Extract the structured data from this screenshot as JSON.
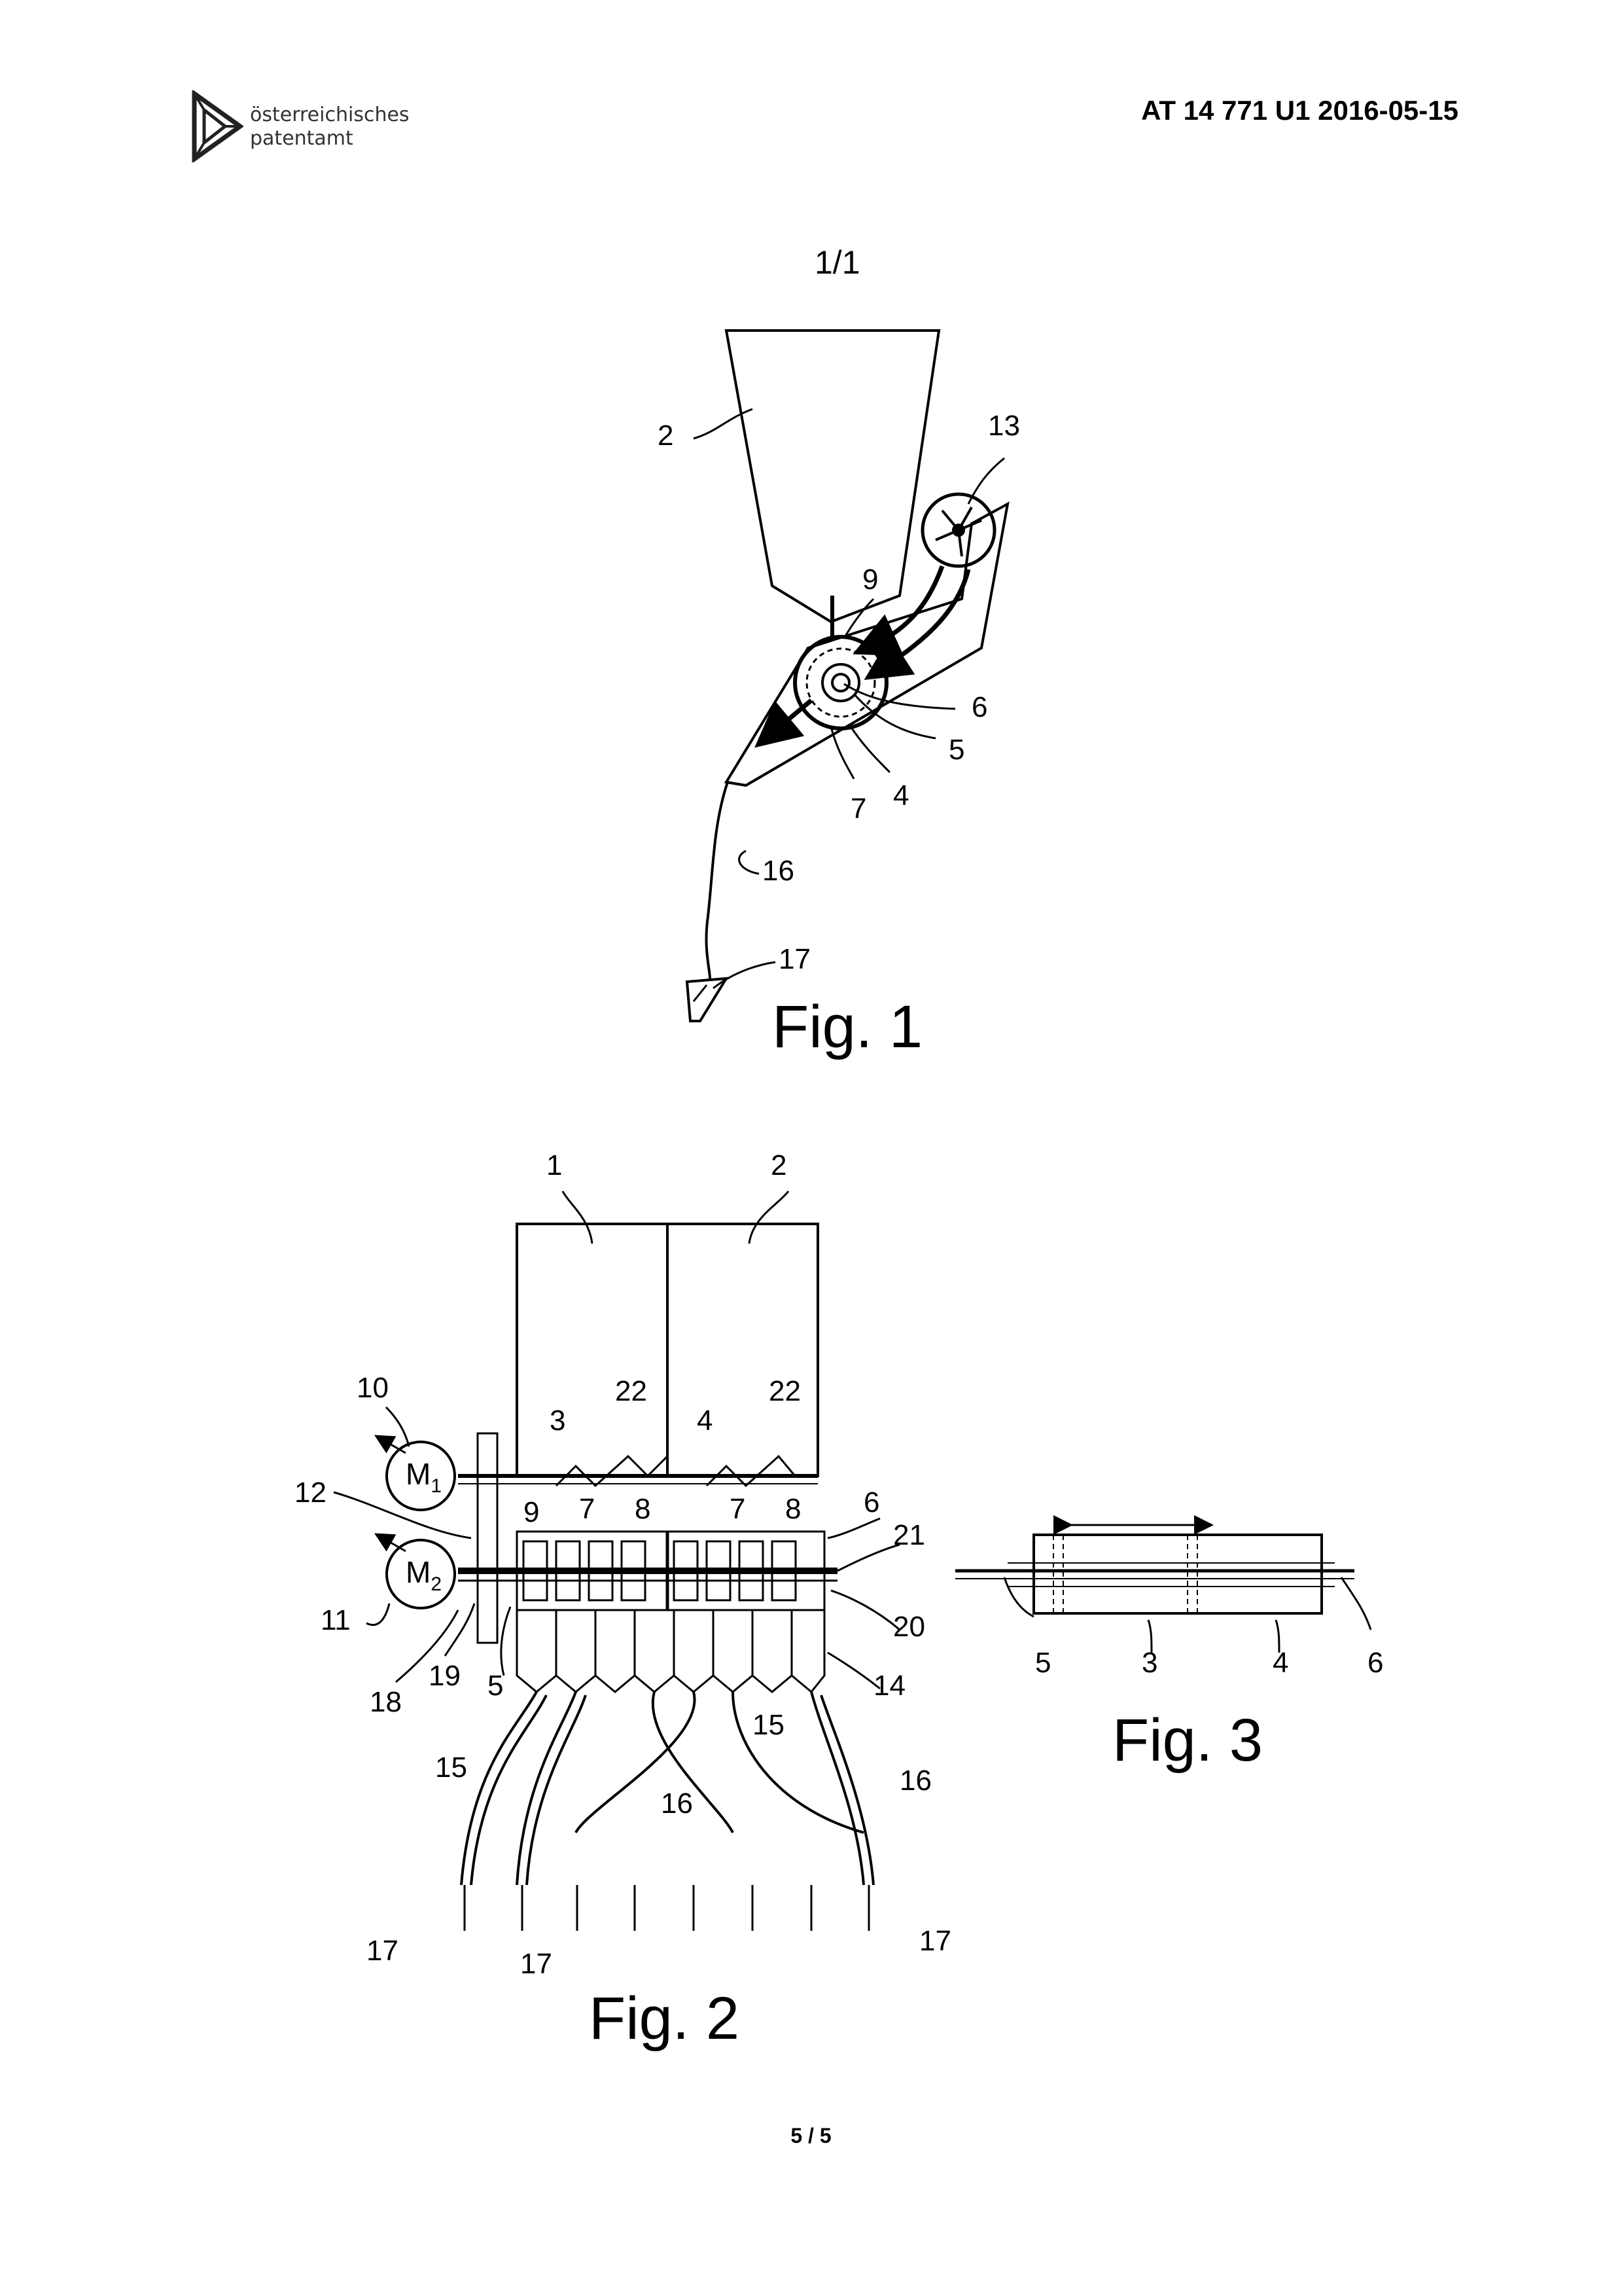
{
  "header": {
    "office_line1": "österreichisches",
    "office_line2": "patentamt",
    "document_id": "AT 14 771 U1  2016-05-15"
  },
  "sheet_number": "1/1",
  "figure1": {
    "caption": "Fig. 1",
    "labels": {
      "r2": "2",
      "r13": "13",
      "r9": "9",
      "r6": "6",
      "r5": "5",
      "r7": "7",
      "r4": "4",
      "r16": "16",
      "r17": "17"
    }
  },
  "figure2": {
    "caption": "Fig. 2",
    "motor1": {
      "letter": "M",
      "sub": "1"
    },
    "motor2": {
      "letter": "M",
      "sub": "2"
    },
    "labels": {
      "r1": "1",
      "r2": "2",
      "r10": "10",
      "r12": "12",
      "r11": "11",
      "r3": "3",
      "r22a": "22",
      "r4": "4",
      "r22b": "22",
      "r9": "9",
      "r7a": "7",
      "r8a": "8",
      "r7b": "7",
      "r8b": "8",
      "r6": "6",
      "r21": "21",
      "r20": "20",
      "r14": "14",
      "r18": "18",
      "r19": "19",
      "r5": "5",
      "r15a": "15",
      "r15b": "15",
      "r16a": "16",
      "r16b": "16",
      "r17a": "17",
      "r17b": "17",
      "r17c": "17"
    }
  },
  "figure3": {
    "caption": "Fig. 3",
    "labels": {
      "r5": "5",
      "r3": "3",
      "r4": "4",
      "r6": "6"
    }
  },
  "footer": {
    "page": "5 / 5"
  }
}
